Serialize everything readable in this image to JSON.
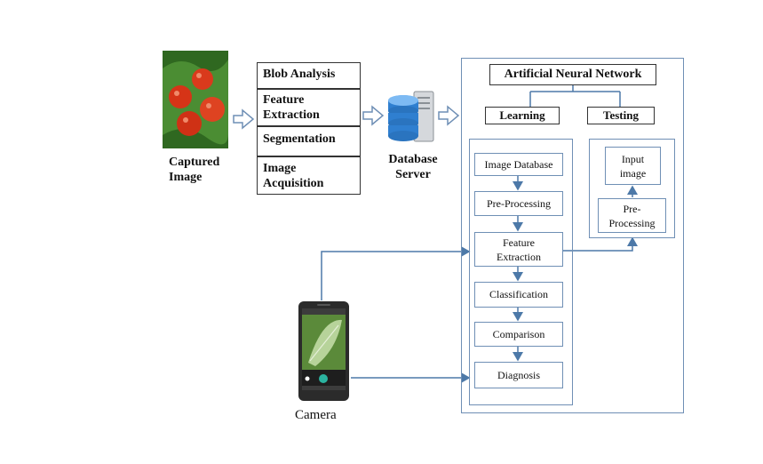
{
  "captured_image": {
    "label": "Captured\nImage"
  },
  "pipeline_stack": [
    {
      "label": "Blob Analysis"
    },
    {
      "label": "Feature\nExtraction"
    },
    {
      "label": "Segmentation"
    },
    {
      "label": "Image\nAcquisition"
    }
  ],
  "database_server": {
    "label": "Database\nServer"
  },
  "ann": {
    "title": "Artificial Neural Network",
    "learning": "Learning",
    "testing": "Testing",
    "learning_steps": [
      "Image Database",
      "Pre-Processing",
      "Feature\nExtraction",
      "Classification",
      "Comparison",
      "Diagnosis"
    ],
    "testing_steps": [
      "Input\nimage",
      "Pre-\nProcessing"
    ]
  },
  "camera": {
    "label": "Camera"
  },
  "colors": {
    "arrow_blue": "#6f8fb5",
    "connector_blue": "#4d79a8",
    "box_border_dark": "#333333",
    "tomato_red": "#d93a1c",
    "leaf_green": "#3f8a2c",
    "db_blue": "#2f7fd0"
  }
}
